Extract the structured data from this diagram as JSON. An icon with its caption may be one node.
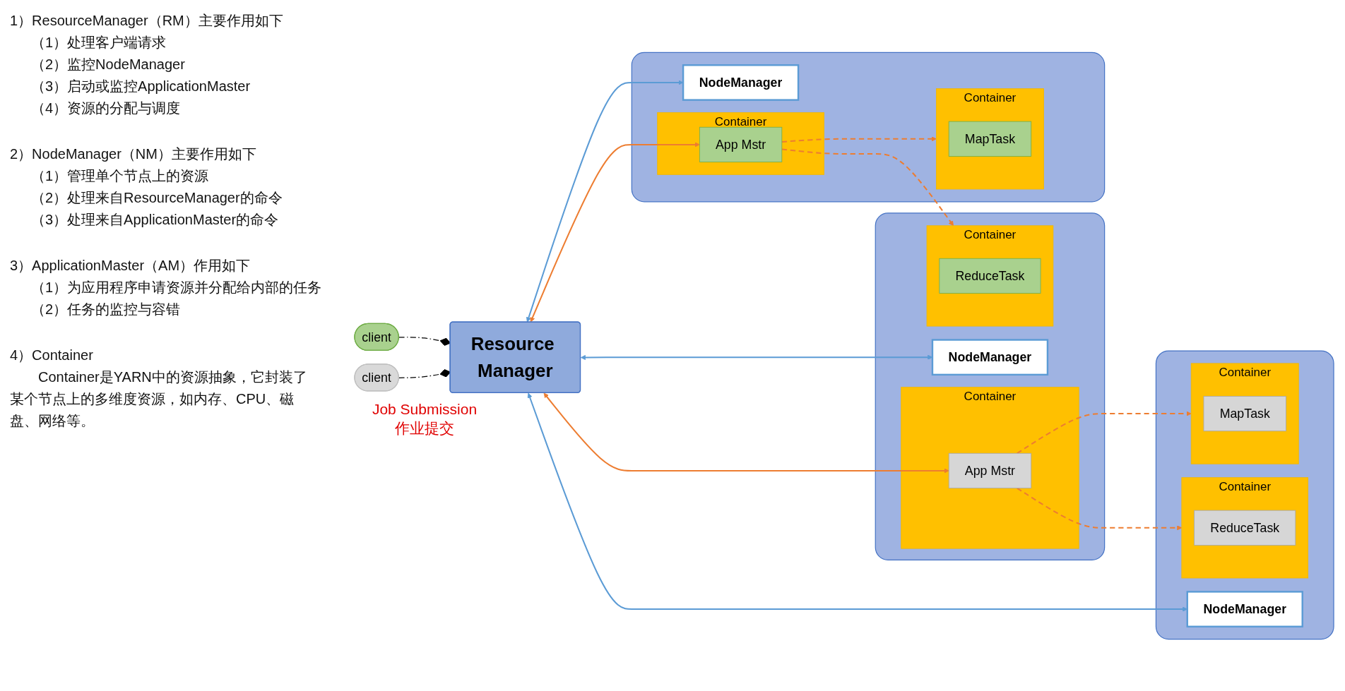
{
  "diagram": {
    "nodes": [
      {
        "text": [
          "client"
        ]
      },
      {
        "text": [
          "client"
        ]
      },
      {
        "text": [
          "Resource Manager"
        ]
      },
      {
        "text": [],
        "shape": "box"
      },
      {
        "text": [
          "NodeManager"
        ],
        "in": 3
      },
      {
        "text": [
          "Container"
        ],
        "in": 3
      },
      {
        "text": [
          "App Mstr"
        ],
        "in": 5
      },
      {
        "text": [
          "Container"
        ],
        "in": 3
      },
      {
        "text": [
          "MapTask"
        ],
        "in": 7
      },
      {
        "text": [],
        "shape": "box"
      },
      {
        "text": [
          "NodeManager"
        ],
        "in": 9
      },
      {
        "text": [
          "Container"
        ],
        "in": 9
      },
      {
        "text": [
          "App Mstr"
        ],
        "in": 11
      },
      {
        "text": [
          "Container"
        ],
        "in": 9
      },
      {
        "text": [
          "ReduceTask"
        ],
        "in": 13
      },
      {
        "text": [],
        "shape": "box"
      },
      {
        "text": [
          "NodeManager"
        ],
        "in": 15
      },
      {
        "text": [
          "Container"
        ],
        "in": 15
      },
      {
        "text": [
          "MapTask"
        ],
        "in": 17
      },
      {
        "text": [
          "Container"
        ],
        "in": 15
      },
      {
        "text": [
          "ReduceTask"
        ],
        "in": 19
      }
    ],
    "edges": [
      {
        "from": 0,
        "to": 2,
        "arrow": "other",
        "style": "dashed",
        "color": "#000000"
      },
      {
        "from": 1,
        "to": 2,
        "arrow": "other",
        "style": "dashed",
        "color": "#000000"
      },
      {
        "from": 2,
        "to": 4,
        "arrow": "both",
        "color": "#5b9bd5"
      },
      {
        "from": 2,
        "to": 6,
        "arrow": "both",
        "color": "#ed7d31"
      },
      {
        "from": 2,
        "to": 10,
        "arrow": "both",
        "color": "#5b9bd5"
      },
      {
        "from": 2,
        "to": 12,
        "arrow": "both",
        "color": "#ed7d31"
      },
      {
        "from": 2,
        "to": 16,
        "arrow": "both",
        "color": "#5b9bd5"
      },
      {
        "from": 6,
        "to": 7,
        "arrow": "to",
        "style": "dashed",
        "color": "#ed7d31"
      },
      {
        "from": 6,
        "to": 13,
        "arrow": "to",
        "style": "dashed",
        "color": "#ed7d31"
      },
      {
        "from": 12,
        "to": 17,
        "arrow": "to",
        "style": "dashed",
        "color": "#ed7d31"
      },
      {
        "from": 12,
        "to": 19,
        "arrow": "to",
        "style": "dashed",
        "color": "#ed7d31"
      }
    ],
    "labels": [
      "1）ResourceManager（RM）主要作用如下",
      "（1）处理客户端请求",
      "（2）监控NodeManager",
      "（3）启动或监控ApplicationMaster",
      "（4）资源的分配与调度",
      "2）NodeManager（NM）主要作用如下",
      "（1）管理单个节点上的资源",
      "（2）处理来自ResourceManager的命令",
      "（3）处理来自ApplicationMaster的命令",
      "Job Submission 作业提交",
      "3）ApplicationMaster（AM）作用如下",
      "（1）为应用程序申请资源并分配给内部的任务",
      "（2）任务的监控与容错",
      "4）Container",
      "Container是YARN中的资源抽象，它封装了某个节点上的多维度资源，如内存、CPU、磁盘、网络等。"
    ]
  }
}
